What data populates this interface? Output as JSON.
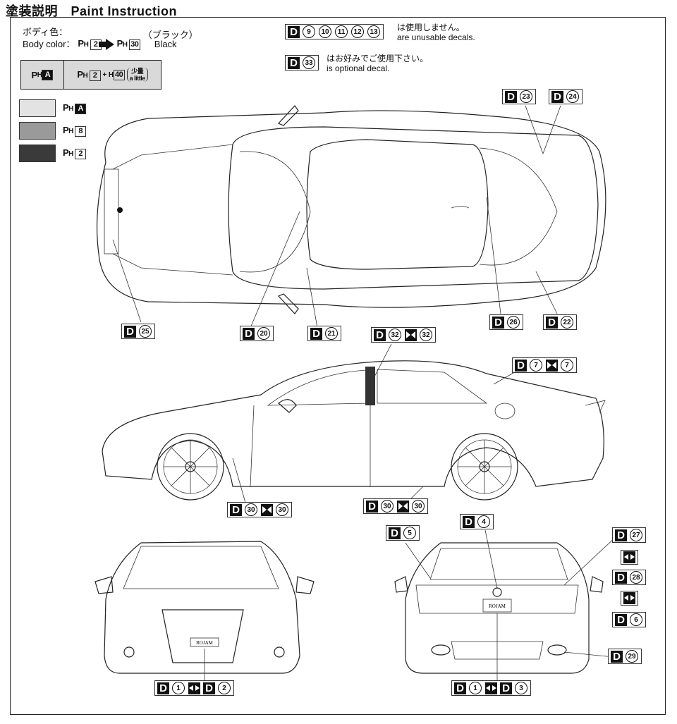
{
  "title": "塗装説明　Paint Instruction",
  "body_color": {
    "label_jp": "ボディ色：",
    "label_en": "Body color：",
    "from_code": "2",
    "to_code": "30",
    "to_name_jp": "（ブラック）",
    "to_name_en": "Black"
  },
  "mix_table": {
    "left_code": "A",
    "right_code_a": "2",
    "right_code_b": "40",
    "right_note_jp": "少量",
    "right_note_en": "a little"
  },
  "legend": [
    {
      "color": "#e3e3e3",
      "code": "A",
      "inverse": true
    },
    {
      "color": "#9a9a9a",
      "code": "8",
      "inverse": false
    },
    {
      "color": "#3a3a3a",
      "code": "2",
      "inverse": false
    }
  ],
  "unusable": {
    "numbers": [
      "9",
      "10",
      "11",
      "12",
      "13"
    ],
    "text_jp": "は使用しません。",
    "text_en": "are unusable decals."
  },
  "optional": {
    "number": "33",
    "text_jp": "はお好みでご使用下さい。",
    "text_en": "is optional decal."
  },
  "decals": {
    "d23": "23",
    "d24": "24",
    "d25": "25",
    "d20": "20",
    "d21": "21",
    "d26": "26",
    "d22": "22",
    "d32": "32",
    "d7": "7",
    "d30": "30",
    "d5": "5",
    "d4": "4",
    "d27": "27",
    "d28": "28",
    "d6": "6",
    "d29": "29",
    "d1": "1",
    "d2": "2",
    "d3": "3"
  },
  "letters": {
    "D": "D",
    "PH": "PH",
    "H": "H",
    "plus": "+"
  },
  "plate_text": "ROJAM"
}
